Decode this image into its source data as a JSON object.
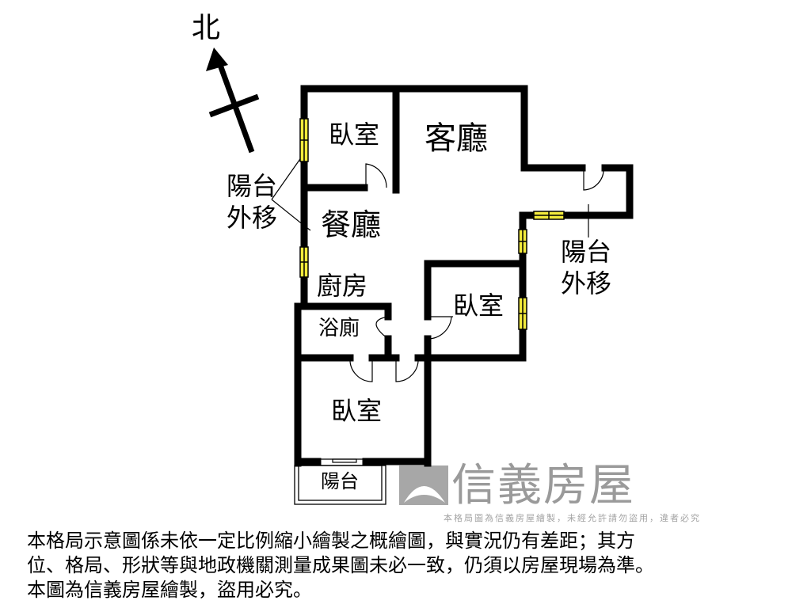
{
  "compass": {
    "north_label": "北"
  },
  "rooms": {
    "bedroom_top": "臥室",
    "living_room": "客廳",
    "dining_room": "餐廳",
    "kitchen": "廚房",
    "bathroom": "浴廁",
    "bedroom_right": "臥室",
    "bedroom_bottom": "臥室",
    "balcony_bottom": "陽台"
  },
  "annotations": {
    "left_balcony_moved": [
      "陽台",
      "外移"
    ],
    "right_balcony_moved": [
      "陽台",
      "外移"
    ]
  },
  "watermark": {
    "brand": "信義房屋",
    "notice": "本格局圖為信義房屋繪製，未經允許請勿盜用，違者必究"
  },
  "disclaimer": [
    "本格局示意圖係未依一定比例縮小繪製之概繪圖，與實況仍有差距；其方",
    "位、格局、形狀等與地政機關測量成果圖未必一致，仍須以房屋現場為準。",
    "本圖為信義房屋繪製，盜用必究。"
  ],
  "colors": {
    "wall": "#000000",
    "window": "#f2ea3c",
    "watermark": "#8a8a8a"
  }
}
